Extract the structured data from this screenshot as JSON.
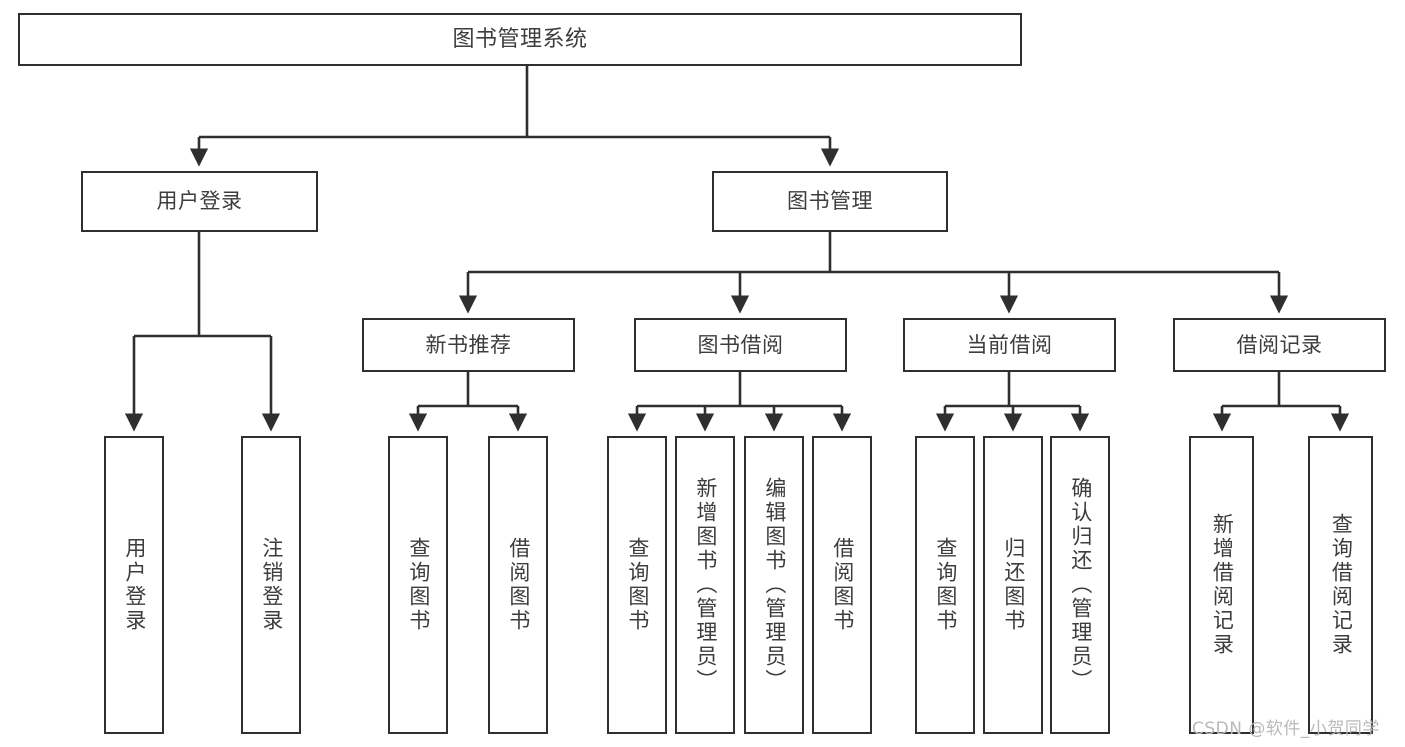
{
  "diagram": {
    "title": "图书管理系统",
    "type": "hierarchy-tree",
    "root": {
      "label": "图书管理系统"
    },
    "level2": [
      {
        "label": "用户登录"
      },
      {
        "label": "图书管理"
      }
    ],
    "level3": [
      {
        "label": "新书推荐"
      },
      {
        "label": "图书借阅"
      },
      {
        "label": "当前借阅"
      },
      {
        "label": "借阅记录"
      }
    ],
    "leaves": {
      "user_login": [
        {
          "label": "用户登录"
        },
        {
          "label": "注销登录"
        }
      ],
      "new_book_recommend": [
        {
          "label": "查询图书"
        },
        {
          "label": "借阅图书"
        }
      ],
      "book_borrow": [
        {
          "label": "查询图书"
        },
        {
          "label": "新增图书（管理员）"
        },
        {
          "label": "编辑图书（管理员）"
        },
        {
          "label": "借阅图书"
        }
      ],
      "current_borrow": [
        {
          "label": "查询图书"
        },
        {
          "label": "归还图书"
        },
        {
          "label": "确认归还（管理员）"
        }
      ],
      "borrow_records": [
        {
          "label": "新增借阅记录"
        },
        {
          "label": "查询借阅记录"
        }
      ]
    }
  },
  "watermark": {
    "text": "CSDN @软件_小贺同学"
  },
  "colors": {
    "border": "#2f2f2f",
    "text": "#3d3d3d",
    "background": "#ffffff",
    "watermark": "#b9b9b9"
  }
}
